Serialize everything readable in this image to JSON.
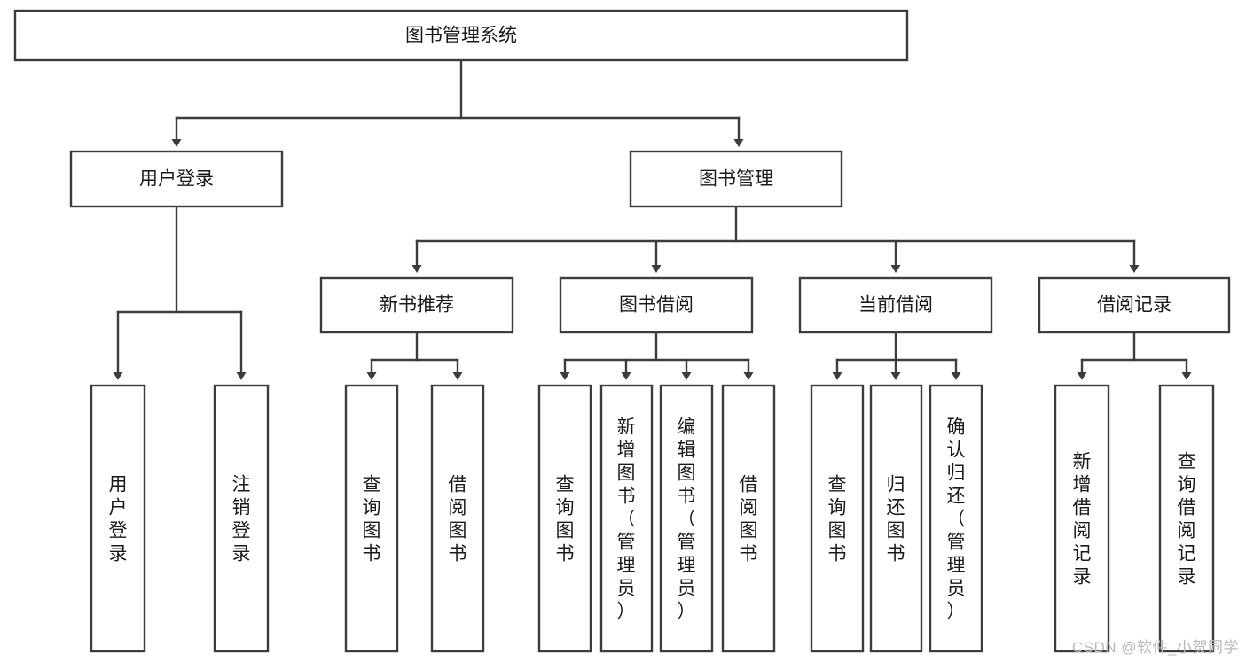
{
  "diagram": {
    "type": "tree-hierarchy",
    "title": "图书管理系统",
    "watermark": "CSDN @软件_小贺同学",
    "colors": {
      "stroke": "#3c3c3c",
      "fill": "#ffffff",
      "text": "#1a1a1a",
      "watermark": "#b9b9b9"
    },
    "levels": [
      {
        "level": 1,
        "nodes": [
          {
            "id": "root",
            "label": "图书管理系统",
            "orientation": "horizontal"
          }
        ]
      },
      {
        "level": 2,
        "nodes": [
          {
            "id": "user-login",
            "label": "用户登录",
            "orientation": "horizontal",
            "parent": "root"
          },
          {
            "id": "book-manage",
            "label": "图书管理",
            "orientation": "horizontal",
            "parent": "root"
          }
        ]
      },
      {
        "level": 3,
        "nodes": [
          {
            "id": "new-book-rec",
            "label": "新书推荐",
            "orientation": "horizontal",
            "parent": "book-manage"
          },
          {
            "id": "book-borrow",
            "label": "图书借阅",
            "orientation": "horizontal",
            "parent": "book-manage"
          },
          {
            "id": "current-borrow",
            "label": "当前借阅",
            "orientation": "horizontal",
            "parent": "book-manage"
          },
          {
            "id": "borrow-record",
            "label": "借阅记录",
            "orientation": "horizontal",
            "parent": "book-manage"
          }
        ]
      },
      {
        "level": 4,
        "nodes": [
          {
            "id": "leaf-user-login",
            "label": "用户登录",
            "orientation": "vertical",
            "parent": "user-login"
          },
          {
            "id": "leaf-logout",
            "label": "注销登录",
            "orientation": "vertical",
            "parent": "user-login"
          },
          {
            "id": "leaf-query-book-1",
            "label": "查询图书",
            "orientation": "vertical",
            "parent": "new-book-rec"
          },
          {
            "id": "leaf-borrow-book-1",
            "label": "借阅图书",
            "orientation": "vertical",
            "parent": "new-book-rec"
          },
          {
            "id": "leaf-query-book-2",
            "label": "查询图书",
            "orientation": "vertical",
            "parent": "book-borrow"
          },
          {
            "id": "leaf-add-book",
            "label": "新增图书（管理员）",
            "orientation": "vertical",
            "parent": "book-borrow"
          },
          {
            "id": "leaf-edit-book",
            "label": "编辑图书（管理员）",
            "orientation": "vertical",
            "parent": "book-borrow"
          },
          {
            "id": "leaf-borrow-book-2",
            "label": "借阅图书",
            "orientation": "vertical",
            "parent": "book-borrow"
          },
          {
            "id": "leaf-query-book-3",
            "label": "查询图书",
            "orientation": "vertical",
            "parent": "current-borrow"
          },
          {
            "id": "leaf-return-book",
            "label": "归还图书",
            "orientation": "vertical",
            "parent": "current-borrow"
          },
          {
            "id": "leaf-confirm-return",
            "label": "确认归还（管理员）",
            "orientation": "vertical",
            "parent": "current-borrow"
          },
          {
            "id": "leaf-add-record",
            "label": "新增借阅记录",
            "orientation": "vertical",
            "parent": "borrow-record"
          },
          {
            "id": "leaf-query-record",
            "label": "查询借阅记录",
            "orientation": "vertical",
            "parent": "borrow-record"
          }
        ]
      }
    ]
  }
}
